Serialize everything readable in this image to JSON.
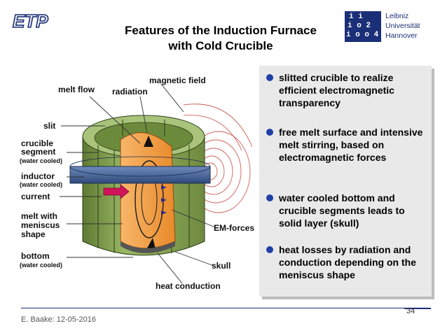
{
  "header": {
    "logo_text": "ETP",
    "title_line1": "Features of the Induction Furnace",
    "title_line2": "with Cold Crucible",
    "uni_glyph1": "i i",
    "uni_glyph2": "i o 2",
    "uni_glyph3": "i o o 4",
    "uni_name1": "Leibniz",
    "uni_name2": "Universität",
    "uni_name3": "Hannover"
  },
  "diagram_labels": {
    "melt_flow": "melt flow",
    "radiation": "radiation",
    "magnetic_field": "magnetic field",
    "slit": "slit",
    "crucible_segment_1": "crucible",
    "crucible_segment_2": "segment",
    "crucible_segment_sub": "(water cooled)",
    "inductor": "inductor",
    "inductor_sub": "(water cooled)",
    "current": "current",
    "melt_with_1": "melt with",
    "melt_with_2": "meniscus",
    "melt_with_3": "shape",
    "bottom": "bottom",
    "bottom_sub": "(water cooled)",
    "em_forces": "EM-forces",
    "skull": "skull",
    "heat_conduction": "heat conduction"
  },
  "bullets": [
    {
      "text": "slitted crucible to realize efficient electromagnetic transparency"
    },
    {
      "text": "free melt surface and intensive melt stirring, based on electromagnetic forces"
    },
    {
      "text": "water cooled bottom and crucible segments leads to solid layer (skull)"
    },
    {
      "text": "heat losses by radiation and conduction depending on the meniscus shape"
    }
  ],
  "footer": {
    "author_date": "E. Baake: 12-05-2016",
    "page_number": "34"
  },
  "colors": {
    "brand_blue": "#1b2f78",
    "bullet_dot": "#1f3fa8",
    "crucible_green": "#7f9b4a",
    "melt_orange": "#f4a04a",
    "inductor_blue": "#4d6a9c",
    "field_red": "#c0392b"
  }
}
